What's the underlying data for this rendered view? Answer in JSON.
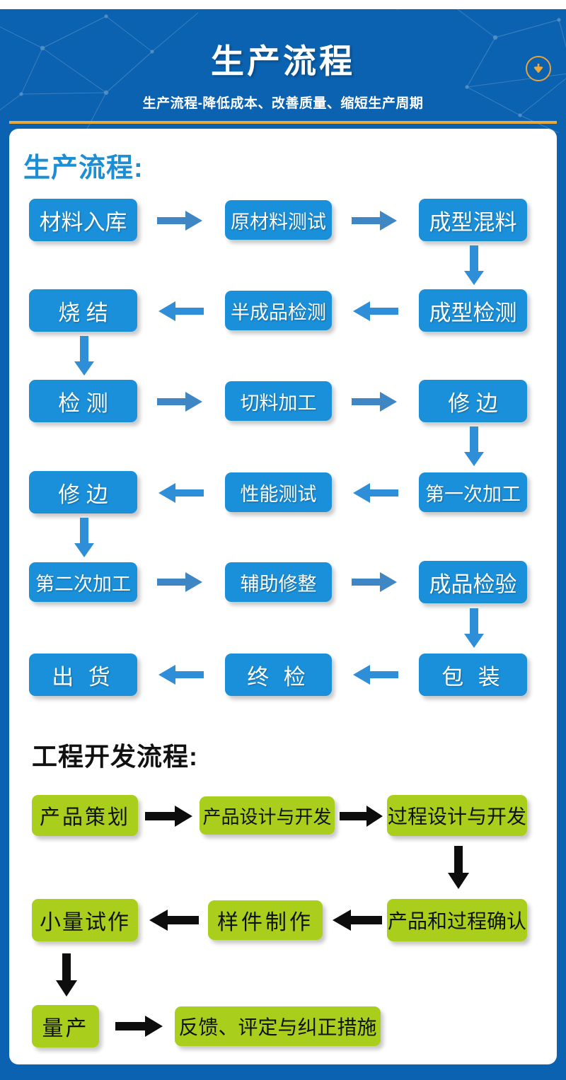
{
  "header": {
    "title": "生产流程",
    "subtitle": "生产流程-降低成本、改善质量、缩短生产周期",
    "download_icon": "download-circle-icon",
    "accent_rule_color": "#e8a93f",
    "background_color": "#0b62b0"
  },
  "sections": [
    {
      "id": "production",
      "heading": "生产流程:",
      "heading_color": "#1c8fd4",
      "box_color": "#1a90da",
      "box_text_color": "#ffffff",
      "arrow_color": "#3f87c4",
      "rows": [
        {
          "direction": "right",
          "boxes": [
            "材料入库",
            "原材料测试",
            "成型混料"
          ]
        },
        {
          "direction": "left",
          "boxes": [
            "烧 结",
            "半成品检测",
            "成型检测"
          ]
        },
        {
          "direction": "right",
          "boxes": [
            "检 测",
            "切料加工",
            "修 边"
          ]
        },
        {
          "direction": "left",
          "boxes": [
            "修 边",
            "性能测试",
            "第一次加工"
          ]
        },
        {
          "direction": "right",
          "boxes": [
            "第二次加工",
            "辅助修整",
            "成品检验"
          ]
        },
        {
          "direction": "left",
          "boxes": [
            "出 货",
            "终 检",
            "包 装"
          ]
        }
      ]
    },
    {
      "id": "engineering",
      "heading": "工程开发流程:",
      "heading_color": "#111111",
      "box_color": "#a9cf1c",
      "box_text_color": "#111111",
      "arrow_color": "#111111",
      "rows": [
        {
          "direction": "right",
          "boxes": [
            "产品策划",
            "产品设计与开发",
            "过程设计与开发"
          ]
        },
        {
          "direction": "left",
          "boxes": [
            "小量试作",
            "样件制作",
            "产品和过程确认"
          ]
        },
        {
          "direction": "right",
          "boxes": [
            "量产",
            "反馈、评定与纠正措施"
          ]
        }
      ]
    }
  ],
  "boxes": {
    "p1c1": "材料入库",
    "p1c2": "原材料测试",
    "p1c3": "成型混料",
    "p2c1": "烧 结",
    "p2c2": "半成品检测",
    "p2c3": "成型检测",
    "p3c1": "检 测",
    "p3c2": "切料加工",
    "p3c3": "修 边",
    "p4c1": "修 边",
    "p4c2": "性能测试",
    "p4c3": "第一次加工",
    "p5c1": "第二次加工",
    "p5c2": "辅助修整",
    "p5c3": "成品检验",
    "p6c1": "出 货",
    "p6c2": "终 检",
    "p6c3": "包 装",
    "e1c1": "产品策划",
    "e1c2": "产品设计与开发",
    "e1c3": "过程设计与开发",
    "e2c1": "小量试作",
    "e2c2": "样件制作",
    "e2c3": "产品和过程确认",
    "e3c1": "量产",
    "e3c2": "反馈、评定与纠正措施"
  }
}
